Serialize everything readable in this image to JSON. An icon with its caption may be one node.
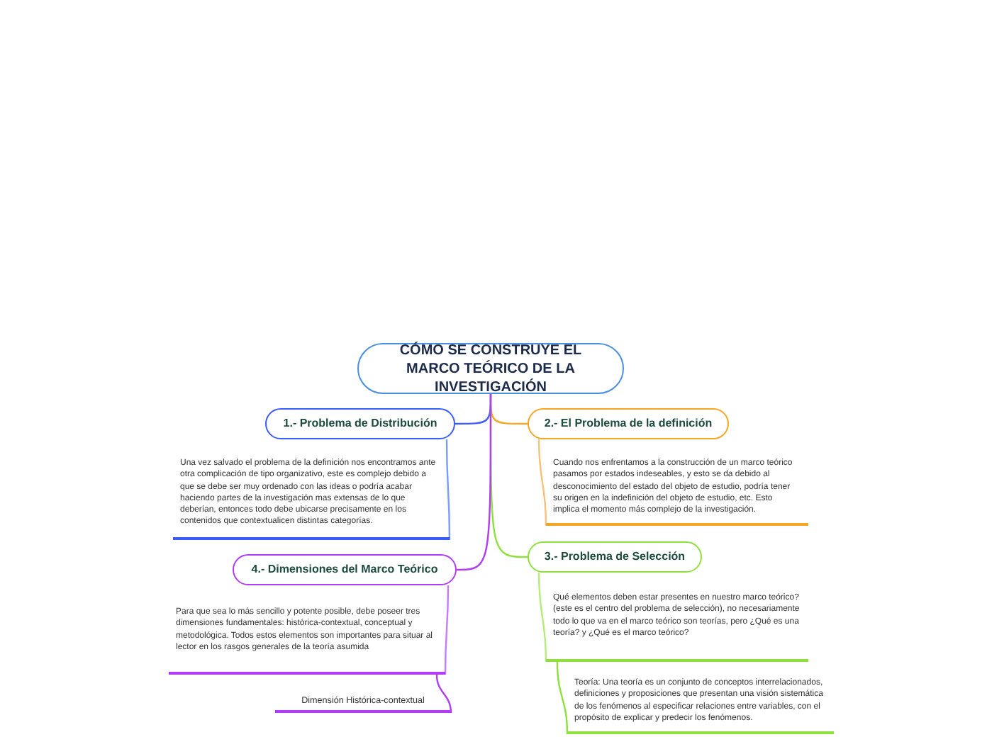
{
  "diagram": {
    "nodes": [
      {
        "text": [
          "CÓMO SE CONSTRUYE EL MARCO TEÓRICO DE LA INVESTIGACIÓN"
        ]
      },
      {
        "text": [
          "1.- Problema de Distribución"
        ]
      },
      {
        "text": [
          "Una vez salvado el problema de la definición nos encontramos ante otra complicación de tipo organizativo, este es complejo debido a que se debe ser muy ordenado con las ideas o podría acabar haciendo partes de la investigación mas extensas de lo que deberían, entonces todo debe ubicarse precisamente en los contenidos que contextualicen distintas categorías."
        ]
      },
      {
        "text": [
          "2.- El Problema de la definición"
        ]
      },
      {
        "text": [
          "Cuando nos enfrentamos a la construcción de un marco teórico pasamos por estados indeseables, y esto se da debido al desconocimiento del estado del objeto de estudio, podría tener su origen en la indefinición del objeto de estudio, etc. Esto implica el momento más complejo de la investigación."
        ]
      },
      {
        "text": [
          "3.- Problema de Selección"
        ]
      },
      {
        "text": [
          "Qué elementos deben estar presentes en nuestro marco teórico? (este es el centro del problema de selección), no necesariamente todo lo que va en el marco teórico son teorías, pero ¿Qué es una teoría? y ¿Qué es el marco teórico?"
        ]
      },
      {
        "text": [
          "Teoría: Una teoría es un conjunto de conceptos interrelacionados, definiciones y proposiciones que presentan una visión sistemática de los fenómenos al especificar relaciones entre variables, con el propósito de explicar y predecir los fenómenos."
        ]
      },
      {
        "text": [
          "4.- Dimensiones del Marco Teórico"
        ]
      },
      {
        "text": [
          "Para que sea lo más sencillo y potente posible, debe poseer tres dimensiones fundamentales: histórica-contextual, conceptual y metodológica. Todos estos elementos son importantes para situar al lector en los rasgos generales de la teoría asumida"
        ]
      },
      {
        "text": [
          "Dimensión Histórica-contextual"
        ]
      }
    ],
    "edges": [
      {
        "from": 0,
        "to": 1,
        "arrow": "none",
        "color": "#3b5bff"
      },
      {
        "from": 1,
        "to": 2,
        "arrow": "none",
        "color": "#7a9cff"
      },
      {
        "from": 0,
        "to": 3,
        "arrow": "none",
        "color": "#f5a623"
      },
      {
        "from": 3,
        "to": 4,
        "arrow": "none",
        "color": "#f8c27a"
      },
      {
        "from": 0,
        "to": 5,
        "arrow": "none",
        "color": "#8ee03c"
      },
      {
        "from": 5,
        "to": 6,
        "arrow": "none",
        "color": "#b5ec7a"
      },
      {
        "from": 6,
        "to": 7,
        "arrow": "none",
        "color": "#8ee03c"
      },
      {
        "from": 0,
        "to": 8,
        "arrow": "none",
        "color": "#b23cf5"
      },
      {
        "from": 8,
        "to": 9,
        "arrow": "none",
        "color": "#c87af8"
      },
      {
        "from": 9,
        "to": 10,
        "arrow": "none",
        "color": "#b23cf5"
      }
    ]
  }
}
